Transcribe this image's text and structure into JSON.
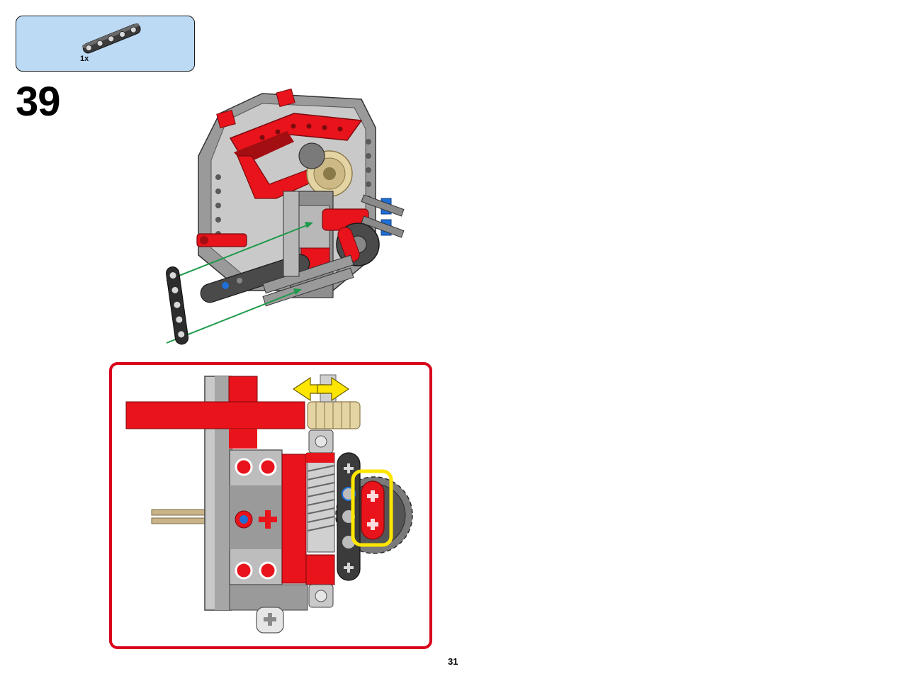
{
  "parts_list": {
    "items": [
      {
        "quantity": "1x",
        "icon": "thin-liftarm-5-icon",
        "color": "#3b3b3b"
      }
    ]
  },
  "step": {
    "number": "39"
  },
  "page": {
    "number": "31"
  },
  "colors": {
    "red": "#e8131b",
    "dark_red": "#a30e12",
    "light_gray": "#c9c9c9",
    "mid_gray": "#9a9a9a",
    "dark_gray": "#4a4a4a",
    "tan": "#e4d3a3",
    "blue": "#1f6fd6",
    "arrow_green": "#1e9a4a",
    "highlight_yellow": "#ffe600",
    "callout_border": "#d9001b",
    "parts_bg": "#bcdaf4"
  }
}
